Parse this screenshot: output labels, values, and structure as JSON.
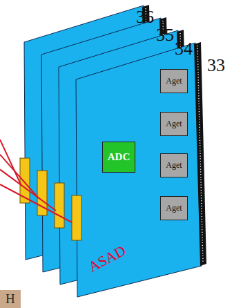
{
  "diagram": {
    "nodes": [
      {
        "text": [
          "ASAD"
        ]
      },
      {
        "text": [
          "ADC"
        ],
        "in": 0
      },
      {
        "text": [
          "Aget"
        ],
        "in": 0
      },
      {
        "text": [
          "Aget"
        ],
        "in": 0
      },
      {
        "text": [
          "Aget"
        ],
        "in": 0
      },
      {
        "text": [
          "Aget"
        ],
        "in": 0
      }
    ],
    "labels": [
      "36",
      "35",
      "34",
      "33",
      "H"
    ]
  }
}
